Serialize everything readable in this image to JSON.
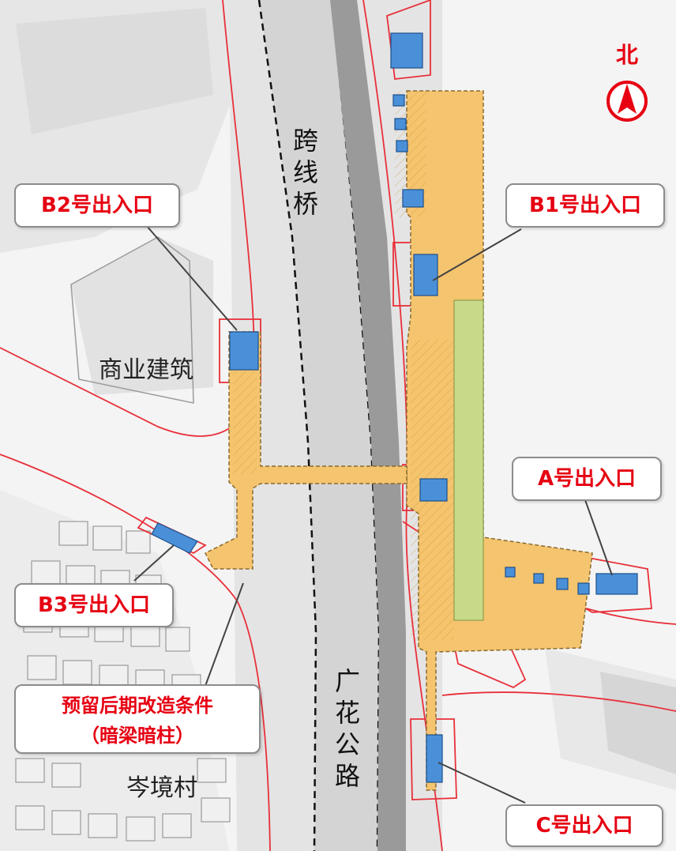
{
  "north_label": "北",
  "bridge_label": "跨线桥",
  "road_label": "广花公路",
  "commercial_label": "商业建筑",
  "village_label": "岑境村",
  "callouts": {
    "b2": "B2号出入口",
    "b1": "B1号出入口",
    "a": "A号出入口",
    "b3": "B3号出入口",
    "c": "C号出入口",
    "reserve_line1": "预留后期改造条件",
    "reserve_line2": "（暗梁暗柱）"
  },
  "colors": {
    "callout_text": "#e60012",
    "redline": "#e8303a",
    "concourse": "#f5c46e",
    "entrance": "#4a90d9",
    "platform": "#c8d98a",
    "road": "#9a9a9a",
    "bridge": "#d4d4d4"
  }
}
